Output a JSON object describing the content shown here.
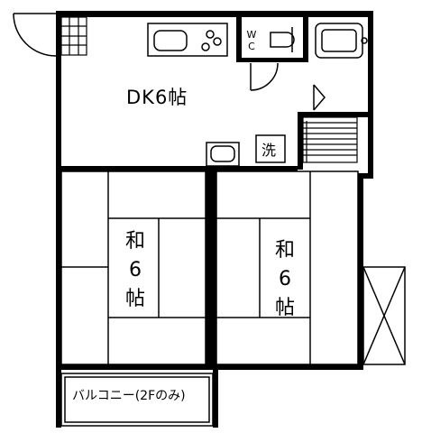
{
  "rooms": {
    "dk_label": "DK6帖",
    "washitsu_left_label": [
      "和",
      "6",
      "帖"
    ],
    "washitsu_right_label": [
      "和",
      "6",
      "帖"
    ],
    "wc_label": [
      "W",
      "C"
    ],
    "washer_label": "洗",
    "balcony_label": "バルコニー(2Fのみ)"
  },
  "colors": {
    "wall": "#000000",
    "background": "#ffffff"
  }
}
